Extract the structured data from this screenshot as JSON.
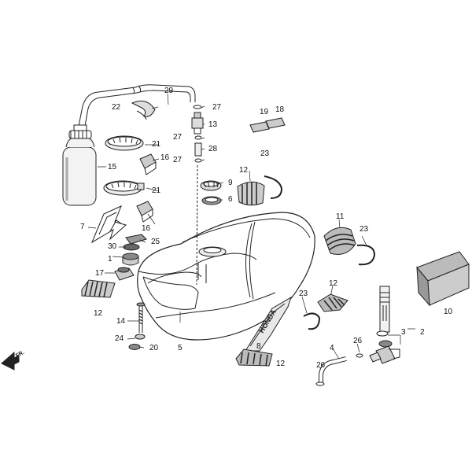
{
  "direction_label": "FR.",
  "tank_logo_text": "HONDA",
  "callouts": {
    "c1": "1",
    "c2": "2",
    "c3": "3",
    "c4": "4",
    "c5": "5",
    "c6": "6",
    "c7": "7",
    "c8": "8",
    "c9": "9",
    "c10": "10",
    "c11": "11",
    "c12a": "12",
    "c12b": "12",
    "c12c": "12",
    "c12d": "12",
    "c13": "13",
    "c14": "14",
    "c15": "15",
    "c16a": "16",
    "c16b": "16",
    "c17": "17",
    "c18": "18",
    "c19": "19",
    "c20": "20",
    "c21a": "21",
    "c21b": "21",
    "c22": "22",
    "c23a": "23",
    "c23b": "23",
    "c23c": "23",
    "c24": "24",
    "c25": "25",
    "c26a": "26",
    "c26b": "26",
    "c27a": "27",
    "c27b": "27",
    "c27c": "27",
    "c28": "28",
    "c29": "29",
    "c30": "30"
  }
}
